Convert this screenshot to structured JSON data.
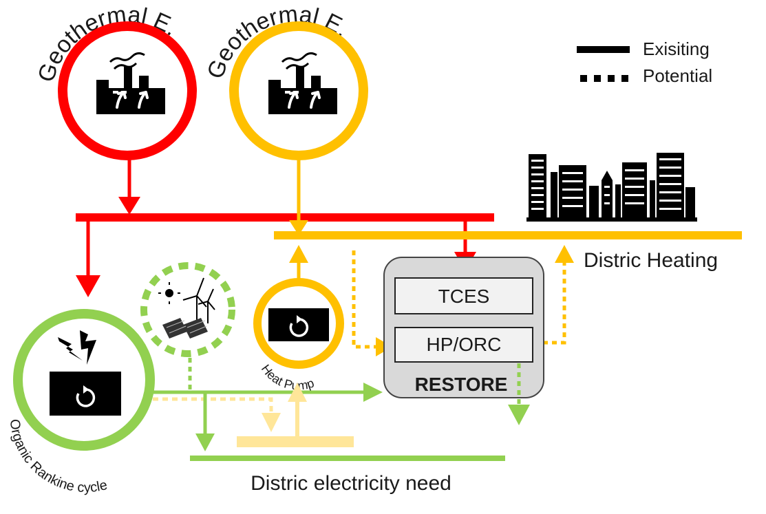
{
  "colors": {
    "geo_red": "#ff0000",
    "geo_orange": "#ffc000",
    "heating": "#ffc000",
    "electric": "#92d050",
    "electric_pale": "#ffe699",
    "restore_box": "#d9d9d9",
    "module_box": "#f2f2f2",
    "icon_dark": "#000000"
  },
  "legend": {
    "existing": "Exisiting",
    "potential": "Potential"
  },
  "sources": {
    "geo1_label": "Geothermal E.",
    "geo2_label": "Geothermal E."
  },
  "nodes": {
    "heat_pump": "Heat Pump",
    "orc": "Organic Rankine cycle",
    "restore": "RESTORE",
    "tces": "TCES",
    "hp_orc": "HP/ORC"
  },
  "networks": {
    "district_heating": "Distric Heating",
    "district_electricity": "Distric electricity need"
  },
  "icons": {
    "factory": "factory-icon",
    "cycle": "cycle-icon",
    "lightning": "lightning-icon",
    "renewables": "solar-wind-icon",
    "city": "city-skyline-icon"
  }
}
